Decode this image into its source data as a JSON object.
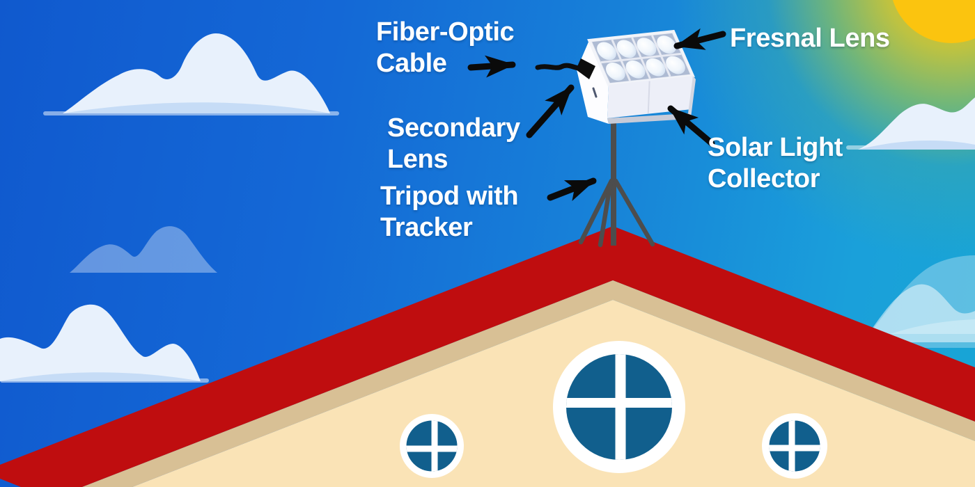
{
  "labels": {
    "fiber_optic_cable": {
      "line1": "Fiber-Optic",
      "line2": "Cable"
    },
    "fresnal_lens": {
      "line1": "Fresnal Lens"
    },
    "secondary_lens": {
      "line1": "Secondary",
      "line2": "Lens"
    },
    "solar_light_collector": {
      "line1": "Solar Light",
      "line2": "Collector"
    },
    "tripod_with_tracker": {
      "line1": "Tripod with",
      "line2": "Tracker"
    }
  },
  "colors": {
    "sky_left": "#1059ce",
    "sky_right": "#1aa0da",
    "sun_yellow": "#fbc40f",
    "roof_red": "#bf0d0f",
    "wall_tan": "#fae3b6",
    "eave_shadow_tan": "#d8c095",
    "window_frame_white": "#ffffff",
    "window_glass_blue": "#115f8d",
    "cloud_white": "#e8f1fc",
    "cloud_underside_blue": "#c6dcf6",
    "device_body_white": "#fdfdff",
    "lens_cell_blue_gray": "#aebbd3",
    "tripod_gray": "#4d4d4d",
    "arrow_black": "#0a0a0a",
    "label_text_white": "#ffffff"
  }
}
